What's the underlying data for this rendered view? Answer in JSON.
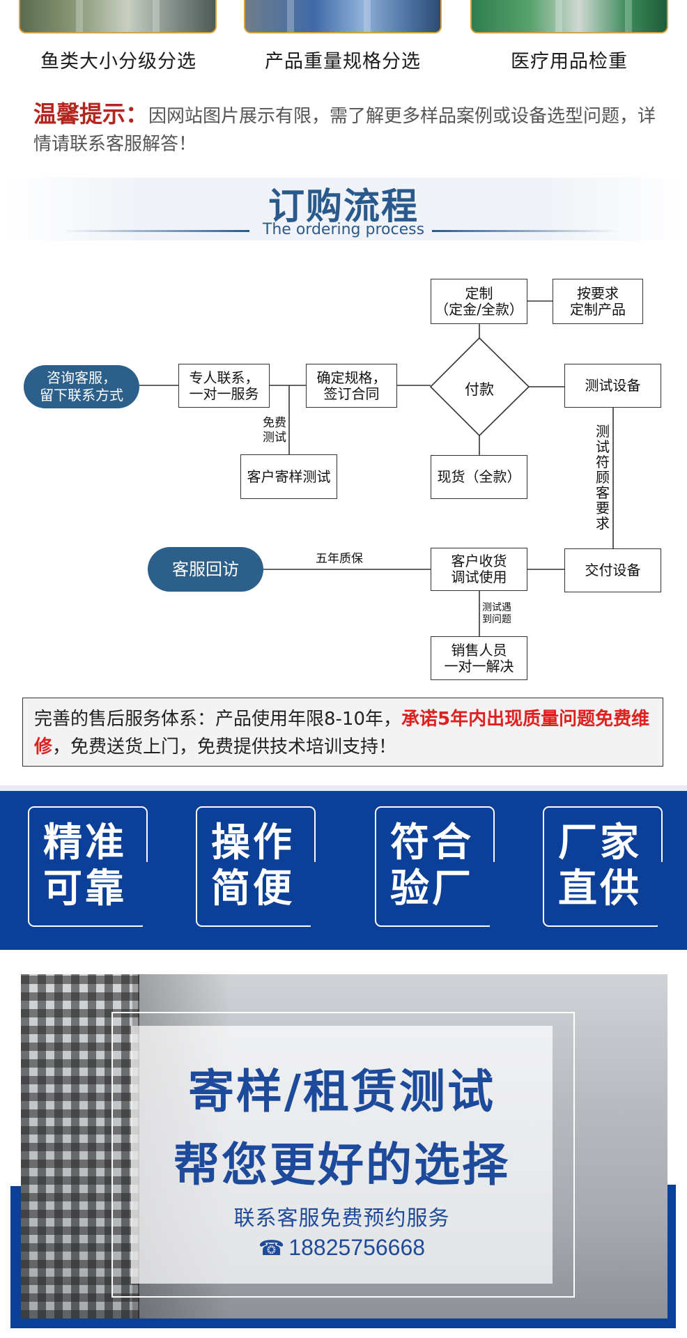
{
  "products": [
    {
      "caption": "鱼类大小分级分选"
    },
    {
      "caption": "产品重量规格分选"
    },
    {
      "caption": "医疗用品检重"
    }
  ],
  "tip": {
    "label": "温馨提示：",
    "text": "因网站图片展示有限，需了解更多样品案例或设备选型问题，详情请联系客服解答！"
  },
  "process": {
    "title": "订购流程",
    "subtitle": "The ordering process"
  },
  "flow": {
    "consult": "咨询客服，\n留下联系方式",
    "contact": "专人联系，\n一对一服务",
    "confirm": "确定规格，\n签订合同",
    "payment": "付款",
    "custom": "定制\n（定金/全款）",
    "custom_product": "按要求\n定制产品",
    "test_device": "测试设备",
    "stock": "现货（全款）",
    "free_test": "免费\n测试",
    "sample_test": "客户寄样测试",
    "meets_requirement": "测试符顾客要求",
    "deliver": "交付设备",
    "receive": "客户收货\n调试使用",
    "warranty": "五年质保",
    "revisit": "客服回访",
    "issue": "测试遇\n到问题",
    "sales_solve": "销售人员\n一对一解决"
  },
  "after_sales": {
    "part1": "完善的售后服务体系：产品使用年限8-10年，",
    "highlight": "承诺5年内出现质量问题免费维修",
    "part2": "，免费送货上门，免费提供技术培训支持！"
  },
  "features": [
    {
      "line1": "精准",
      "line2": "可靠"
    },
    {
      "line1": "操作",
      "line2": "简便"
    },
    {
      "line1": "符合",
      "line2": "验厂"
    },
    {
      "line1": "厂家",
      "line2": "直供"
    }
  ],
  "promo": {
    "title1": "寄样/租赁测试",
    "title2": "帮您更好的选择",
    "subtitle": "联系客服免费预约服务",
    "phone_icon": "☎",
    "phone": "18825756668"
  },
  "colors": {
    "brand_blue": "#0b3f98",
    "title_blue": "#2a5a8c",
    "tip_red": "#b3261e",
    "highlight_red": "#e02020"
  }
}
